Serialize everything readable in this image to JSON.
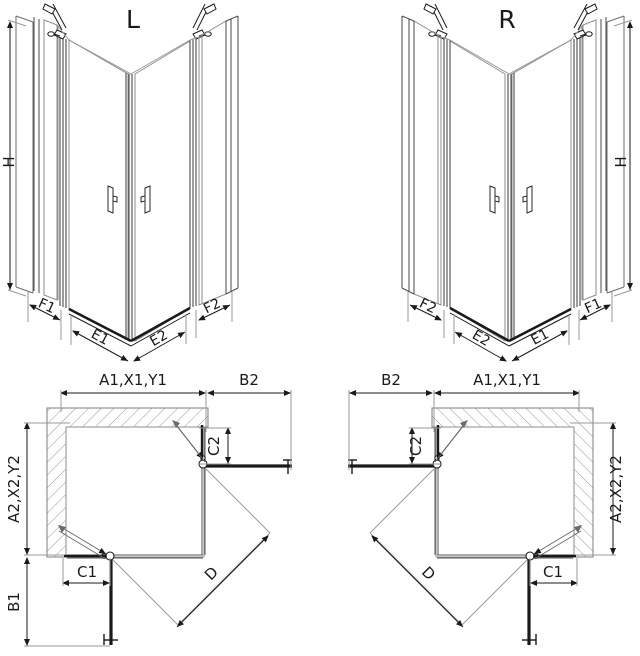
{
  "drawing": {
    "type": "technical-drawing",
    "subject": "corner shower enclosure with two hinged doors",
    "views": [
      "isometric-left-variant",
      "isometric-right-variant",
      "plan-left-variant",
      "plan-right-variant"
    ]
  },
  "colors": {
    "line": "#1a1a1a",
    "thin_line": "#8a8a8a",
    "hatch": "#9a9a9a",
    "background": "#ffffff",
    "glass": "#ffffff"
  },
  "iso_left": {
    "variant_label": "L",
    "height_label": "H",
    "panel_labels": {
      "side_left": "F1",
      "door_left": "E1",
      "door_right": "E2",
      "side_right": "F2"
    }
  },
  "iso_right": {
    "variant_label": "R",
    "height_label": "H",
    "panel_labels": {
      "side_left": "F2",
      "door_left": "E2",
      "door_right": "E1",
      "side_right": "F1"
    }
  },
  "plan_left": {
    "top_dim_inner": "A1,X1,Y1",
    "top_dim_outer": "B2",
    "side_dim": "A2,X2,Y2",
    "lower_dim": "B1",
    "door_dim_bottom": "C1",
    "door_dim_top": "C2",
    "diagonal_dim": "D"
  },
  "plan_right": {
    "top_dim_outer": "B2",
    "top_dim_inner": "A1,X1,Y1",
    "side_dim": "A2,X2,Y2",
    "door_dim_top": "C2",
    "door_dim_bottom": "C1",
    "diagonal_dim": "D"
  }
}
